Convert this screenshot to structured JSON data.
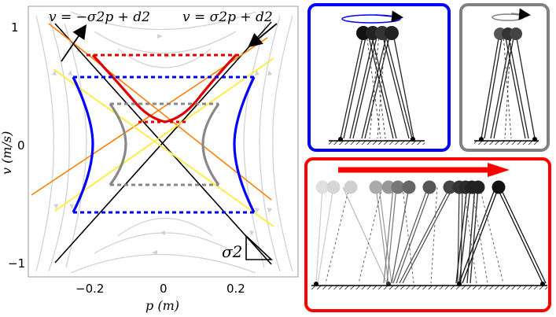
{
  "diagram": {
    "phase_plot": {
      "x_label": "p (m)",
      "y_label": "v (m/s)",
      "x_ticks": [
        "−0.2",
        "0",
        "0.2"
      ],
      "y_ticks": [
        "1",
        "0",
        "−1"
      ],
      "annotation_left": "v = −σ2p + d2",
      "annotation_right": "v = σ2p + d2",
      "slope_label": "σ2"
    },
    "panels": {
      "blue": {
        "border_color": "#0000ff"
      },
      "gray": {
        "border_color": "#808080"
      },
      "red": {
        "border_color": "#ff0000"
      }
    },
    "colors": {
      "asymptote": "#000000",
      "boundary_outer": "#ff8000",
      "boundary_inner": "#ffeb3b",
      "blue_orbit": "#0000ff",
      "gray_orbit": "#808080",
      "red_orbit": "#ff0000",
      "vector_field": "#cccccc"
    }
  }
}
